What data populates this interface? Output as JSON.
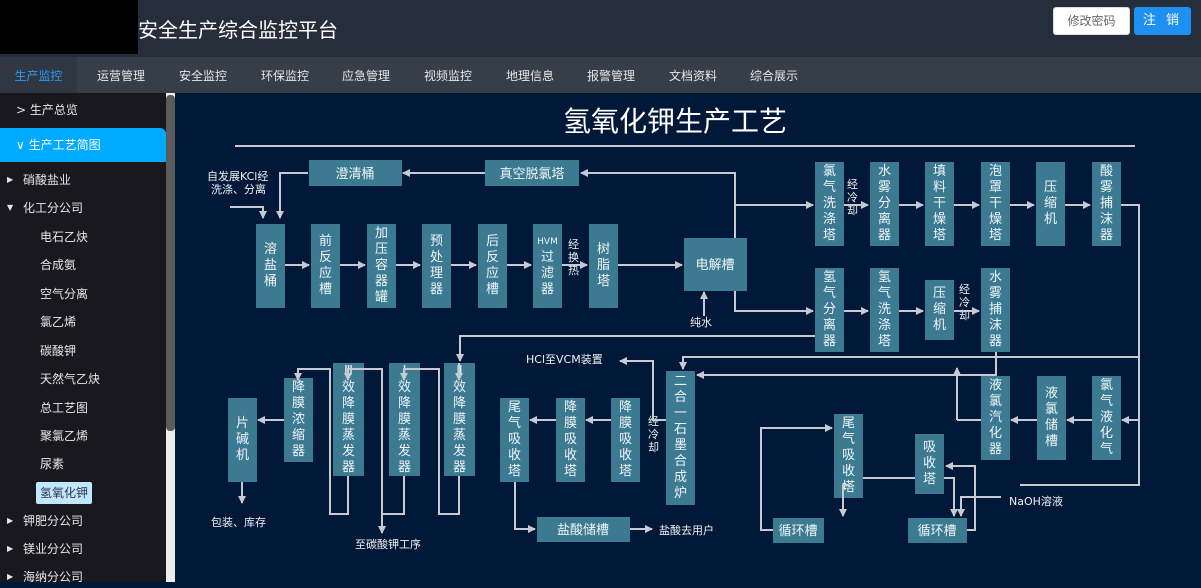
{
  "header": {
    "app_title": "安全生产综合监控平台",
    "change_password": "修改密码",
    "logout": "注 销"
  },
  "nav": [
    {
      "label": "生产监控",
      "active": true
    },
    {
      "label": "运营管理"
    },
    {
      "label": "安全监控"
    },
    {
      "label": "环保监控"
    },
    {
      "label": "应急管理"
    },
    {
      "label": "视频监控"
    },
    {
      "label": "地理信息"
    },
    {
      "label": "报警管理"
    },
    {
      "label": "文档资料"
    },
    {
      "label": "综合展示"
    }
  ],
  "sidebar": {
    "overview": "> 生产总览",
    "process": "∨ 生产工艺简图",
    "groups": [
      {
        "label": "硝酸盐业"
      },
      {
        "label": "化工分公司"
      },
      {
        "label": "钾肥分公司"
      },
      {
        "label": "镁业分公司"
      },
      {
        "label": "海纳分公司"
      }
    ],
    "children": [
      "电石乙炔",
      "合成氨",
      "空气分离",
      "氯乙烯",
      "碳酸钾",
      "天然气乙炔",
      "总工艺图",
      "聚氯乙烯",
      "尿素",
      "氢氧化钾"
    ],
    "selected": "氢氧化钾"
  },
  "diagram": {
    "title": "氢氧化钾生产工艺",
    "boxes": {
      "clarifier": "澄清桶",
      "vacuum_dechlor": "真空脱氯塔",
      "dissolve": "溶盐桶",
      "pre_react": "前反应槽",
      "pressure_vessel": "加压容器罐",
      "pretreat": "预处理器",
      "post_react": "后反应槽",
      "hvm_prefix": "HVM",
      "hvm": "过滤器",
      "resin": "树脂塔",
      "electrolyzer": "电解槽",
      "cl_wash": "氯气洗涤塔",
      "water_mist_sep": "水雾分离器",
      "packed_dry": "填料干燥塔",
      "bubble_dry": "泡罩干燥塔",
      "compressor1": "压缩机",
      "acid_mist": "酸雾捕沫器",
      "h2_sep": "氢气分离器",
      "h2_wash": "氢气洗涤塔",
      "compressor2": "压缩机",
      "mist_catcher": "水雾捕沫器",
      "flaker": "片碱机",
      "concentrator": "降膜浓缩器",
      "eff3_num": "Ⅲ",
      "eff1_num": "Ⅰ",
      "eff2_num": "Ⅱ",
      "evaporator": "效降膜蒸发器",
      "tail_absorb": "尾气吸收塔",
      "film_absorb1": "降膜吸收塔",
      "film_absorb2": "降膜吸收塔",
      "graphite_furnace": "二合一石墨合成炉",
      "hcl_tank": "盐酸储槽",
      "liq_cl_vap": "液氯汽化器",
      "liq_cl_store": "液氯储槽",
      "cl_liquefy": "氯气液化气",
      "tail_absorb2": "尾气吸收塔",
      "absorb_tower": "吸收塔",
      "circ_tank1": "循环槽",
      "circ_tank2": "循环槽"
    },
    "notes": {
      "kcl_feed": "自发展KCl经",
      "kcl_feed2": "洗涤、分离",
      "heat_exchange": "经换热",
      "cool1": "经冷却",
      "cool2": "经冷却",
      "cool3": "经冷却",
      "pure_water": "纯水",
      "hcl_to_vcm": "HCl至VCM装置",
      "packaging": "包装、库存",
      "to_k2co3": "至碳酸钾工序",
      "hcl_users": "盐酸去用户",
      "naoh": "NaOH溶液"
    }
  },
  "colors": {
    "accent": "#00aaff",
    "box": "#3c7a92",
    "bg": "#011838",
    "line": "#c7cbd1"
  }
}
